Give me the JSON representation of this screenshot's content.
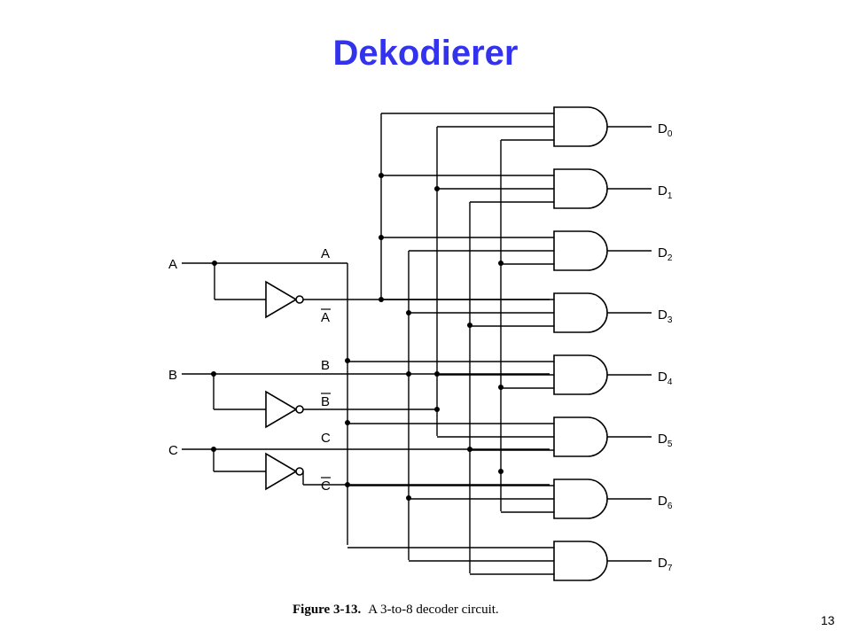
{
  "slide": {
    "title": "Dekodierer",
    "page_number": "13"
  },
  "figure": {
    "caption_label": "Figure 3-13.",
    "caption_text": "A 3-to-8 decoder circuit."
  },
  "inputs": [
    {
      "name": "A",
      "true_label": "A",
      "inverted_label": "A"
    },
    {
      "name": "B",
      "true_label": "B",
      "inverted_label": "B"
    },
    {
      "name": "C",
      "true_label": "C",
      "inverted_label": "C"
    }
  ],
  "outputs": [
    {
      "letter": "D",
      "sub": "0"
    },
    {
      "letter": "D",
      "sub": "1"
    },
    {
      "letter": "D",
      "sub": "2"
    },
    {
      "letter": "D",
      "sub": "3"
    },
    {
      "letter": "D",
      "sub": "4"
    },
    {
      "letter": "D",
      "sub": "5"
    },
    {
      "letter": "D",
      "sub": "6"
    },
    {
      "letter": "D",
      "sub": "7"
    }
  ],
  "colors": {
    "title": "#3333ee",
    "lines": "#000000",
    "background": "#ffffff"
  }
}
